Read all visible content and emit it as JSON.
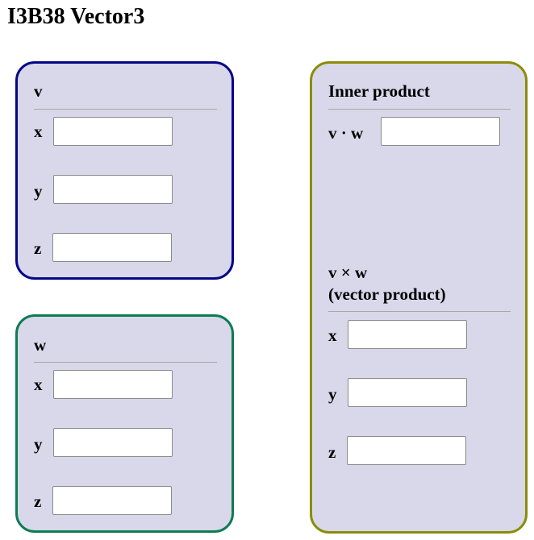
{
  "page": {
    "title": "I3B38 Vector3"
  },
  "vector_v": {
    "heading": "v",
    "x_label": "x",
    "x_value": "",
    "y_label": "y",
    "y_value": "",
    "z_label": "z",
    "z_value": ""
  },
  "vector_w": {
    "heading": "w",
    "x_label": "x",
    "x_value": "",
    "y_label": "y",
    "y_value": "",
    "z_label": "z",
    "z_value": ""
  },
  "results": {
    "inner_heading": "Inner product",
    "dot_label": "v · w",
    "dot_value": "",
    "cross_heading_line1": "v × w",
    "cross_heading_line2": "(vector product)",
    "x_label": "x",
    "x_value": "",
    "y_label": "y",
    "y_value": "",
    "z_label": "z",
    "z_value": ""
  },
  "colors": {
    "panel_background": "#d8d8ea",
    "v_border": "#06068a",
    "w_border": "#0c7c52",
    "result_border": "#8c8c08"
  }
}
